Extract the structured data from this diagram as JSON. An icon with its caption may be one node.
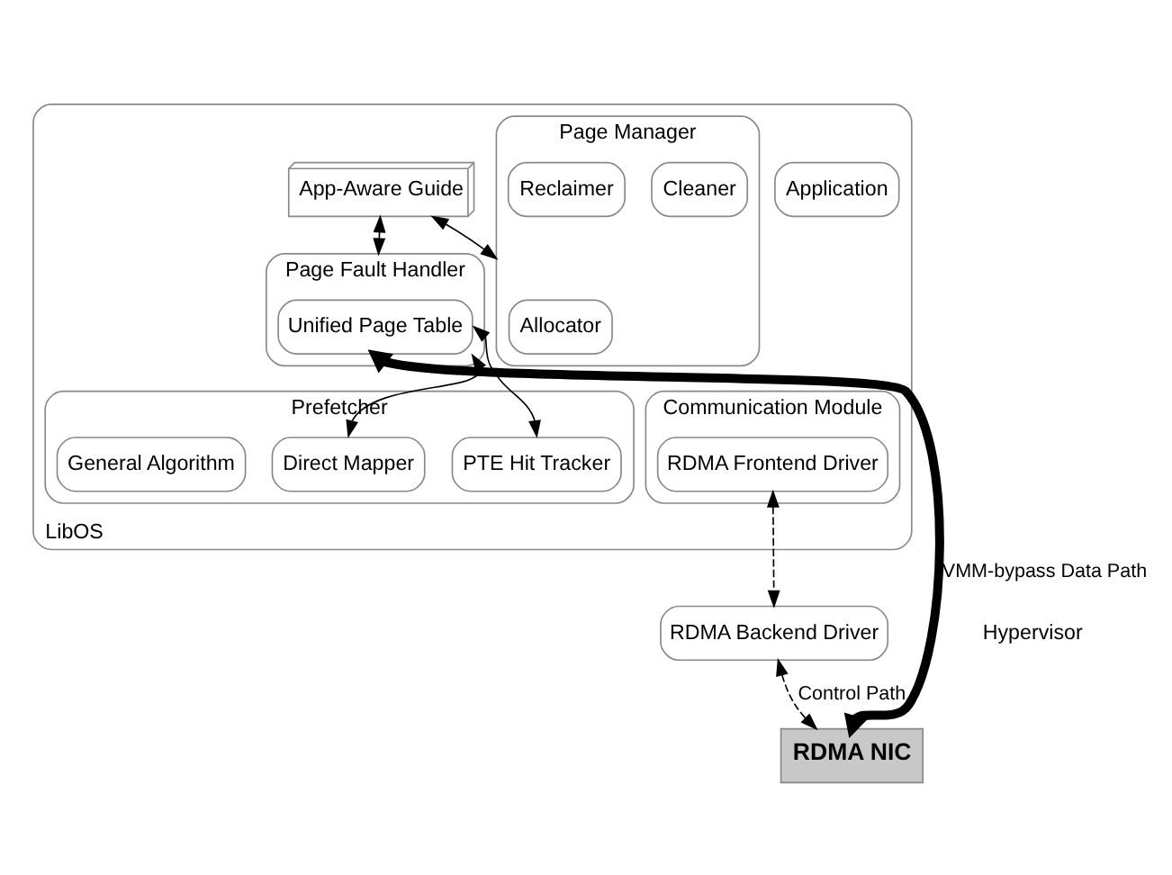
{
  "diagram": {
    "nodes": [
      {
        "text": [
          "LibOS"
        ]
      },
      {
        "text": [
          "Application"
        ],
        "in": 0
      },
      {
        "text": [
          "App-Aware Guide"
        ],
        "in": 0
      },
      {
        "text": [
          "Page Fault Handler"
        ],
        "in": 0
      },
      {
        "text": [
          "Unified Page Table"
        ],
        "in": 3
      },
      {
        "text": [
          "Prefetcher"
        ],
        "in": 0
      },
      {
        "text": [
          "PTE Hit Tracker"
        ],
        "in": 5
      },
      {
        "text": [
          "Direct Mapper"
        ],
        "in": 5
      },
      {
        "text": [
          "General Algorithm"
        ],
        "in": 5
      },
      {
        "text": [
          "Page Manager"
        ],
        "in": 0
      },
      {
        "text": [
          "Allocator"
        ],
        "in": 9
      },
      {
        "text": [
          "Cleaner"
        ],
        "in": 9
      },
      {
        "text": [
          "Reclaimer"
        ],
        "in": 9
      },
      {
        "text": [
          "Communication Module"
        ],
        "in": 0
      },
      {
        "text": [
          "RDMA Frontend Driver"
        ],
        "in": 13
      },
      {
        "text": [
          "RDMA Backend Driver"
        ]
      },
      {
        "text": [
          "RDMA NIC"
        ]
      }
    ],
    "edges": [
      {
        "from": 2,
        "to": 3,
        "arrow": "both"
      },
      {
        "from": 2,
        "to": 9,
        "arrow": "both"
      },
      {
        "from": 4,
        "to": 6,
        "arrow": "both"
      },
      {
        "from": 4,
        "to": 7,
        "arrow": "both"
      },
      {
        "from": 14,
        "to": 15,
        "arrow": "both",
        "style": "dashed"
      },
      {
        "from": 15,
        "to": 16,
        "arrow": "both",
        "style": "dashed",
        "label": "Control Path"
      },
      {
        "from": 4,
        "to": 16,
        "arrow": "both",
        "style": "thick",
        "label": "VMM-bypass Data Path"
      }
    ],
    "labels": [
      "Hypervisor"
    ]
  }
}
